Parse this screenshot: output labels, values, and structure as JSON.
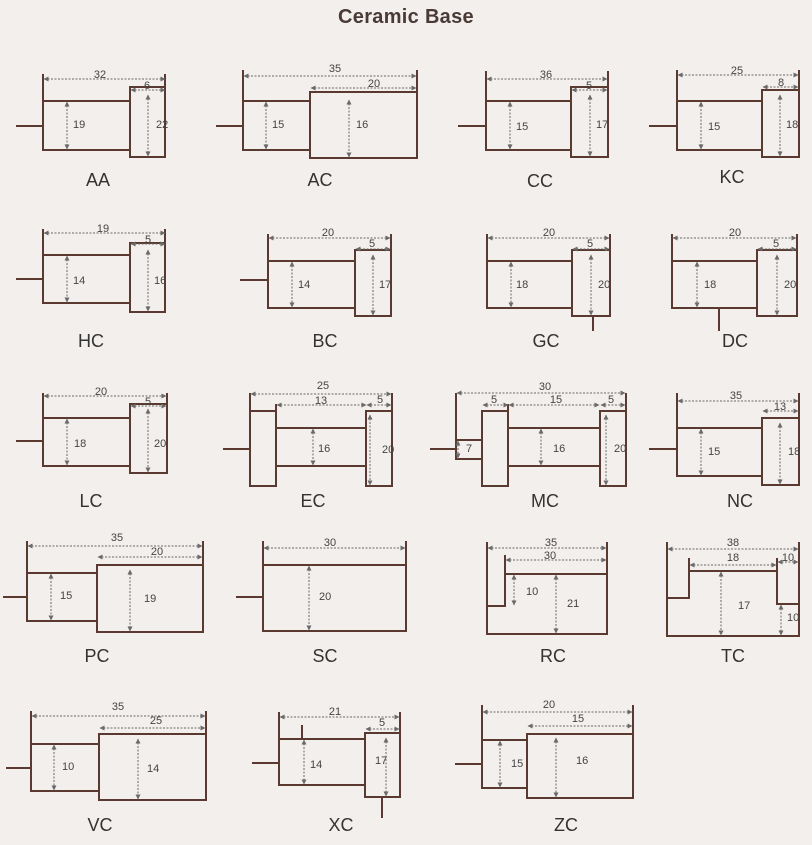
{
  "title": "Ceramic Base",
  "colors": {
    "outline": "#5a3a30",
    "dimension": "#6a6a6a",
    "text": "#333333",
    "background": "#f3efec"
  },
  "diagrams": [
    {
      "code": "AA",
      "dims": [
        "32",
        "6",
        "19",
        "22"
      ]
    },
    {
      "code": "AC",
      "dims": [
        "35",
        "20",
        "15",
        "16"
      ]
    },
    {
      "code": "CC",
      "dims": [
        "36",
        "5",
        "15",
        "17"
      ]
    },
    {
      "code": "KC",
      "dims": [
        "25",
        "8",
        "15",
        "18"
      ]
    },
    {
      "code": "HC",
      "dims": [
        "19",
        "5",
        "14",
        "16"
      ]
    },
    {
      "code": "BC",
      "dims": [
        "20",
        "5",
        "14",
        "17"
      ]
    },
    {
      "code": "GC",
      "dims": [
        "20",
        "5",
        "18",
        "20"
      ]
    },
    {
      "code": "DC",
      "dims": [
        "20",
        "5",
        "18",
        "20"
      ]
    },
    {
      "code": "LC",
      "dims": [
        "20",
        "5",
        "18",
        "20"
      ]
    },
    {
      "code": "EC",
      "dims": [
        "25",
        "13",
        "5",
        "16",
        "20"
      ]
    },
    {
      "code": "MC",
      "dims": [
        "30",
        "5",
        "15",
        "5",
        "7",
        "16",
        "20"
      ]
    },
    {
      "code": "NC",
      "dims": [
        "35",
        "13",
        "15",
        "18"
      ]
    },
    {
      "code": "PC",
      "dims": [
        "35",
        "20",
        "15",
        "19"
      ]
    },
    {
      "code": "SC",
      "dims": [
        "30",
        "20"
      ]
    },
    {
      "code": "RC",
      "dims": [
        "35",
        "30",
        "10",
        "21"
      ]
    },
    {
      "code": "TC",
      "dims": [
        "38",
        "18",
        "10",
        "17",
        "10"
      ]
    },
    {
      "code": "VC",
      "dims": [
        "35",
        "25",
        "10",
        "14"
      ]
    },
    {
      "code": "XC",
      "dims": [
        "21",
        "5",
        "14",
        "17"
      ]
    },
    {
      "code": "ZC",
      "dims": [
        "20",
        "15",
        "15",
        "16"
      ]
    }
  ]
}
